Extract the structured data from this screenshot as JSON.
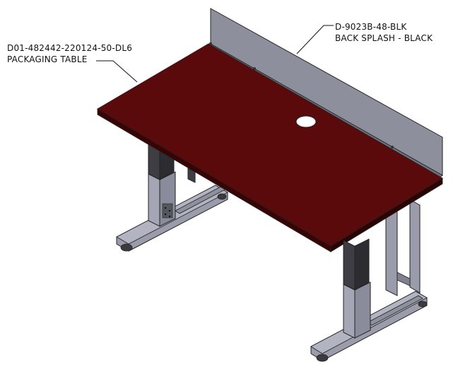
{
  "callouts": {
    "table": {
      "part_number": "D01-482442-220124-50-DL6",
      "description": "PACKAGING TABLE"
    },
    "backsplash": {
      "part_number": "D-9023B-48-BLK",
      "description": "BACK SPLASH - BLACK"
    }
  },
  "colors": {
    "tabletop": "#5a0a0a",
    "tabletop_edge": "#3a0303",
    "backsplash": "#8a8d99",
    "frame": "#9a9cab",
    "leg_column": "#3d3d43",
    "outline": "#222222"
  }
}
